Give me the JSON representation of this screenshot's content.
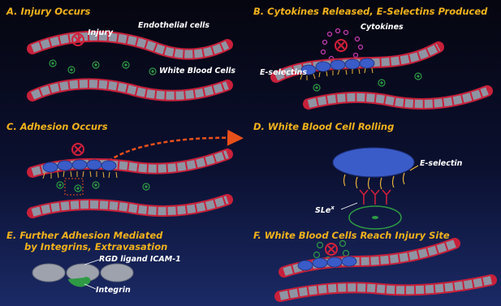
{
  "panels": {
    "a": {
      "title": "A. Injury Occurs",
      "injury": "Injury",
      "endothelial": "Endothelial cells",
      "wbc": "White Blood Cells"
    },
    "b": {
      "title": "B. Cytokines Released, E-Selectins Produced",
      "cytokines": "Cytokines",
      "eselectins": "E-selectins"
    },
    "c": {
      "title": "C. Adhesion Occurs"
    },
    "d": {
      "title": "D. White Blood Cell Rolling",
      "eselectin": "E-selectin",
      "sle": "SLe"
    },
    "e": {
      "title_line1": "E. Further Adhesion Mediated",
      "title_line2": "by Integrins, Extravasation",
      "rgd": "RGD ligand ICAM-1",
      "integrin": "Integrin"
    },
    "f": {
      "title": "F. White Blood Cells Reach Injury Site"
    }
  },
  "colors": {
    "title": "#f2b21c",
    "vessel_edge": "#c8203a",
    "cell_fill": "#8a8f9e",
    "endothelial_blue": "#3a5cc8",
    "wbc_green": "#2e9a44",
    "cytokine": "#c23ab0",
    "selectin": "#e8b43a",
    "arrow": "#e8501a",
    "injury_red": "#d4203a"
  }
}
